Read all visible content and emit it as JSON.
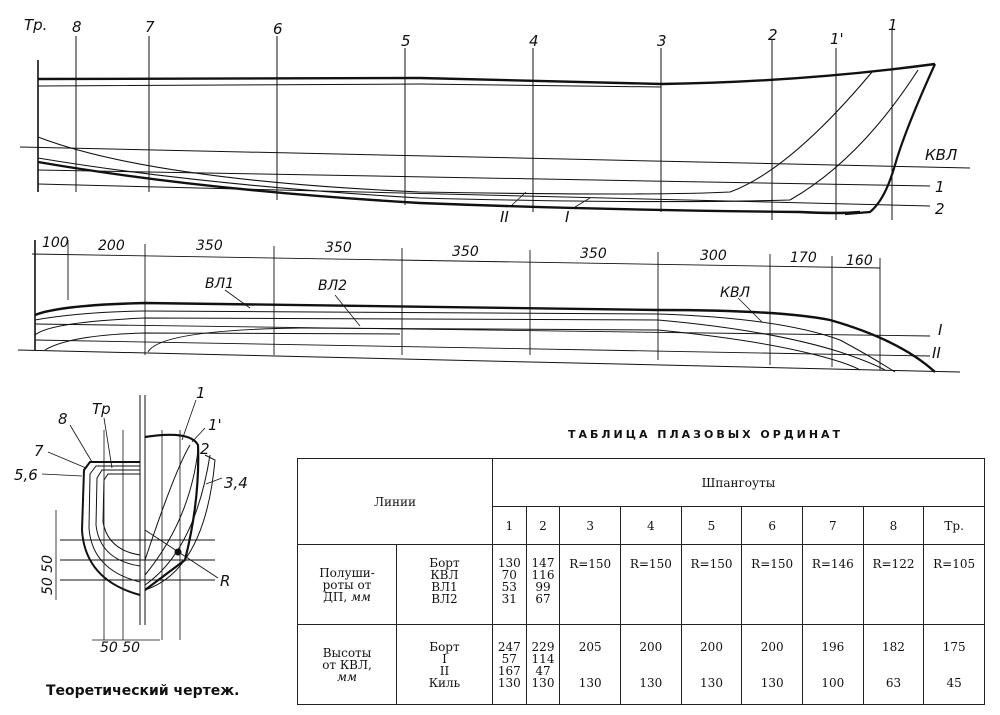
{
  "profile": {
    "stations": [
      "Тр.",
      "8",
      "7",
      "6",
      "5",
      "4",
      "3",
      "2",
      "1'",
      "1"
    ],
    "right_labels": [
      "КВЛ",
      "1",
      "2"
    ],
    "curve_labels": [
      "II",
      "I"
    ]
  },
  "plan": {
    "spacings": [
      "100",
      "200",
      "350",
      "350",
      "350",
      "350",
      "300",
      "170",
      "160"
    ],
    "curve_labels": [
      "ВЛ1",
      "ВЛ2",
      "КВЛ"
    ],
    "right_labels": [
      "I",
      "II"
    ]
  },
  "body": {
    "left_labels": [
      "8",
      "7",
      "5,6"
    ],
    "top_labels": [
      "Тр",
      "1",
      "1'",
      "2",
      "3,4"
    ],
    "radius_label": "R",
    "dims_vertical": "50 50",
    "dims_horizontal": "50 50"
  },
  "caption": "Теоретический чертеж.",
  "table": {
    "title": "ТАБЛИЦА ПЛАЗОВЫХ ОРДИНАТ",
    "lines_header": "Линии",
    "frames_header": "Шпангоуты",
    "frames": [
      "1",
      "2",
      "3",
      "4",
      "5",
      "6",
      "7",
      "8",
      "Тр."
    ],
    "row1_group": "Полуширо­ты от ДП, мм",
    "row1_group_lines": [
      "Полуши-",
      "роты от",
      "ДП,",
      "мм"
    ],
    "row1_sub": [
      "Борт",
      "КВЛ",
      "ВЛ1",
      "ВЛ2"
    ],
    "row1_values": [
      [
        "130",
        "70",
        "53",
        "31"
      ],
      [
        "147",
        "116",
        "99",
        "67"
      ],
      [
        "R=150"
      ],
      [
        "R=150"
      ],
      [
        "R=150"
      ],
      [
        "R=150"
      ],
      [
        "R=146"
      ],
      [
        "R=122"
      ],
      [
        "R=105"
      ]
    ],
    "row2_group_lines": [
      "Высоты",
      "от КВЛ,",
      "мм"
    ],
    "row2_sub": [
      "Борт",
      "I",
      "II",
      "Киль"
    ],
    "row2_top": [
      "247",
      "229",
      "205",
      "200",
      "200",
      "200",
      "196",
      "182",
      "175"
    ],
    "row2_mid1": [
      "57",
      "114",
      "",
      "",
      "",
      "",
      "",
      "",
      ""
    ],
    "row2_mid2": [
      "167",
      "47",
      "",
      "",
      "",
      "",
      "",
      "",
      ""
    ],
    "row2_bottom": [
      "130",
      "130",
      "130",
      "130",
      "130",
      "130",
      "100",
      "63",
      "45"
    ]
  }
}
